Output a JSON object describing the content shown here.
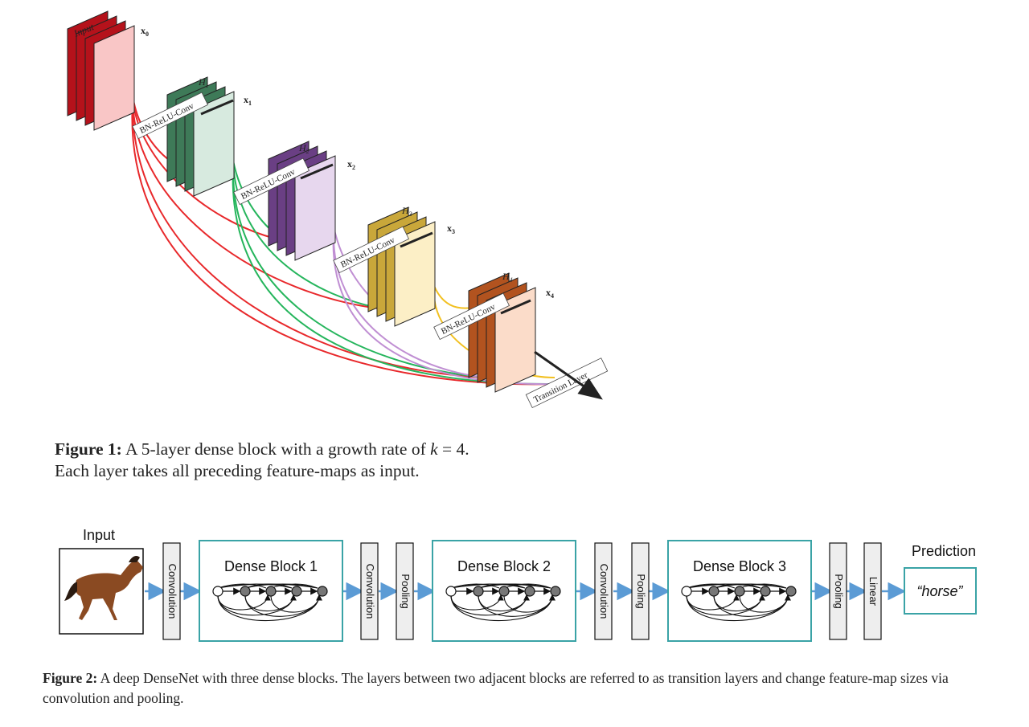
{
  "figure1": {
    "input_label": "Input",
    "nodes": [
      {
        "name": "x",
        "sub": "0",
        "h": "",
        "hsub": ""
      },
      {
        "name": "x",
        "sub": "1",
        "h": "H",
        "hsub": "1"
      },
      {
        "name": "x",
        "sub": "2",
        "h": "H",
        "hsub": "2"
      },
      {
        "name": "x",
        "sub": "3",
        "h": "H",
        "hsub": "3"
      },
      {
        "name": "x",
        "sub": "4",
        "h": "H",
        "hsub": "4"
      }
    ],
    "op_label": "BN-ReLU-Conv",
    "transition_label": "Transition Layer",
    "colors": {
      "stack": [
        "#b5121b",
        "#3e7a58",
        "#6a3f84",
        "#c9a73a",
        "#b2531f"
      ],
      "front": [
        "#f9c6c6",
        "#d7eadf",
        "#e7d7ee",
        "#fcefc6",
        "#fbdcc9"
      ],
      "curves": [
        "#e8282b",
        "#25b55c",
        "#c08fd3",
        "#f2c020"
      ]
    },
    "caption": {
      "label": "Figure 1:",
      "text_before": " A 5-layer dense block with a growth rate of ",
      "k": "k",
      "equals": " = 4.",
      "line2": "Each layer takes all preceding feature-maps as input."
    }
  },
  "figure2": {
    "input_label": "Input",
    "prediction_label": "Prediction",
    "prediction_value": "“horse”",
    "layers": [
      "Convolution",
      "Convolution",
      "Pooling",
      "Convolution",
      "Pooling",
      "Pooling",
      "Linear"
    ],
    "blocks": [
      "Dense Block 1",
      "Dense Block 2",
      "Dense Block 3"
    ],
    "colors": {
      "block_border": "#3aa3a6",
      "arrow": "#5b9bd5",
      "layer_fill": "#eeeeee"
    },
    "caption": {
      "label": "Figure 2:",
      "text": " A deep DenseNet with three dense blocks. The layers between two adjacent blocks are referred to as transition layers and change feature-map sizes via convolution and pooling."
    }
  }
}
